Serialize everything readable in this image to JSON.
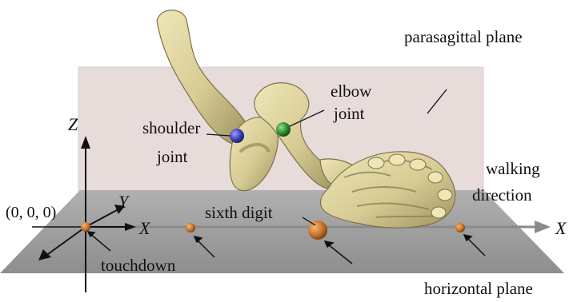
{
  "labels": {
    "parasagittal_plane": "parasagittal plane",
    "horizontal_plane": "horizontal plane",
    "elbow_line1": "elbow",
    "elbow_line2": "joint",
    "shoulder_line1": "shoulder",
    "shoulder_line2": "joint",
    "walking_line1": "walking",
    "walking_line2": "direction",
    "sixth_digit": "sixth digit",
    "touchdown": "touchdown",
    "origin": "(0, 0, 0)"
  },
  "axes": {
    "z": "Z",
    "y": "Y",
    "x_near": "X",
    "x_far": "X"
  },
  "colors": {
    "parasagittal_plane": "#e7dcda",
    "horizontal_plane": "#9a9a9a",
    "bone": "#d9cf9c",
    "bone_shadow": "#8c7f4f",
    "shoulder_marker": "#3a3fb8",
    "elbow_marker": "#2f8a2f",
    "touchdown_marker": "#c8732c",
    "axis_arrow": "#8a8a8a"
  }
}
